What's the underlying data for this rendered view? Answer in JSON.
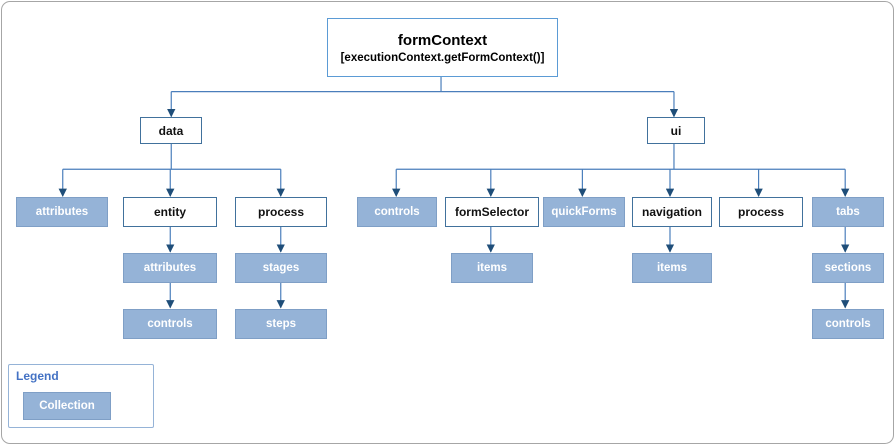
{
  "nodes": {
    "formContext": {
      "title": "formContext",
      "subtitle": "[executionContext.getFormContext()]"
    },
    "data": "data",
    "ui": "ui",
    "data_attributes": "attributes",
    "entity": "entity",
    "data_process": "process",
    "entity_attributes": "attributes",
    "entity_controls": "controls",
    "process_stages": "stages",
    "process_steps": "steps",
    "ui_controls": "controls",
    "formSelector": "formSelector",
    "quickForms": "quickForms",
    "navigation": "navigation",
    "ui_process": "process",
    "tabs": "tabs",
    "formSelector_items": "items",
    "navigation_items": "items",
    "tabs_sections": "sections",
    "tabs_controls": "controls"
  },
  "legend": {
    "title": "Legend",
    "item_label": "Collection"
  },
  "colors": {
    "node_fill": "#95B3D7",
    "node_fill_border": "#7F9FC6",
    "white_border": "#41719C",
    "root_border": "#5B9BD5",
    "line_color": "#4A7EBB",
    "arrow_color": "#1F4E79",
    "legend_border": "#95B3D7",
    "legend_title": "#4472C4",
    "canvas_border": "#A6A6A6"
  }
}
